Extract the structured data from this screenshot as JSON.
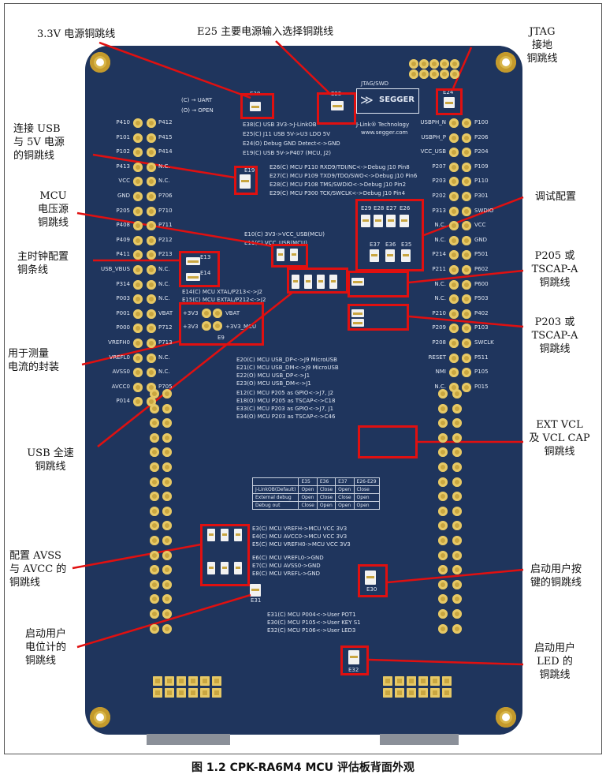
{
  "caption": "图 1.2 CPK-RA6M4 MCU 评估板背面外观",
  "callouts": {
    "v33": "3.3V 电源铜跳线",
    "e25": "E25 主要电源输入选择铜跳线",
    "jtag": [
      "JTAG",
      "接地",
      "铜跳线"
    ],
    "usb5v": [
      "连接 USB",
      "与 5V 电源",
      "的铜跳线"
    ],
    "mcu_v": [
      "MCU",
      "电压源",
      "铜跳线"
    ],
    "clock": [
      "主时钟配置",
      "铜条线"
    ],
    "debug": "调试配置",
    "p205": [
      "P205 或",
      "TSCAP-A",
      "铜跳线"
    ],
    "p203": [
      "P203 或",
      "TSCAP-A",
      "铜跳线"
    ],
    "measure": [
      "用于测量",
      "电流的封装"
    ],
    "usbfs": [
      "USB 全速",
      "铜跳线"
    ],
    "extvcl": [
      "EXT VCL",
      "及 VCL CAP",
      "铜跳线"
    ],
    "avss": [
      "配置 AVSS",
      "与 AVCC 的",
      "铜跳线"
    ],
    "userkey": [
      "启动用户按",
      "键的铜跳线"
    ],
    "pot": [
      "启动用户",
      "电位计的",
      "铜跳线"
    ],
    "led": [
      "启动用户",
      "LED 的",
      "铜跳线"
    ]
  },
  "silk": {
    "jtag_swd": "JTAG/SWD",
    "segger": "SEGGER",
    "jlink_tech": "J-Link® Technology",
    "segger_url": "www.segger.com",
    "e38": "E38",
    "e38_c": "(C) → UART",
    "e38_o": "(O) → OPEN",
    "e25": "E25",
    "e24": "E24",
    "e19": "E19",
    "jlinkob": "E38(C) USB 3V3->J-LinkOB",
    "e25c": "E25(C) J11 USB 5V->U3 LDO 5V",
    "e24o": "E24(O) Debug GND Detect<->GND",
    "e19c": "E19(C) USB 5V->P407 (MCU, J2)",
    "e26": "E26(C) MCU P110 RXD9/TDI/NC<->Debug J10 Pin8",
    "e27": "E27(C) MCU P109 TXD9/TDO/SWO<->Debug J10 Pin6",
    "e28": "E28(C) MCU P108 TMS/SWDIO<->Debug J10 Pin2",
    "e29": "E29(C) MCU P300 TCK/SWCLK<->Debug J10 Pin4",
    "e10": "E10(C) 3V3->VCC_USB(MCU)",
    "e11": "E11(C) VCC_USB(MCU)",
    "e13": "E13",
    "e14": "E14",
    "e14t": "E14(C) MCU XTAL/P213<->J2",
    "e15t": "E15(C) MCU EXTAL/P212<->J2",
    "vbat": "VBAT",
    "p3v3": "+3V3",
    "p3v3mcu": "+3V3_MCU",
    "e9": "E9",
    "e20": "E20(C) MCU USB_DP<->J9 MicroUSB",
    "e21": "E21(C) MCU USB_DM<->J9 MicroUSB",
    "e22": "E22(O) MCU USB_DP<->J1",
    "e23": "E23(O) MCU USB_DM<->J1",
    "e12": "E12(C) MCU P205 as GPIO<->J7, J2",
    "e18": "E18(O) MCU P205 as TSCAP<->C18",
    "e33": "E33(C) MCU P203 as GPIO<->J7, J1",
    "e34": "E34(O) MCU P203 as TSCAP<->C46",
    "e3": "E3(C) MCU VREFH->MCU VCC 3V3",
    "e4": "E4(C) MCU AVCC0->MCU VCC 3V3",
    "e5": "E5(C) MCU VREFH0->MCU VCC 3V3",
    "e6": "E6(C) MCU VREFL0->GND",
    "e7": "E7(C) MCU AVSS0->GND",
    "e8": "E8(C) MCU VREFL->GND",
    "e31": "E31(C) MCU P004<->User POT1",
    "e30": "E30(C) MCU P105<->User KEY S1",
    "e32": "E32(C) MCU P106<->User LED3",
    "e30l": "E30",
    "e31l": "E31",
    "e32l": "E32",
    "e35": "E35",
    "e36": "E36",
    "e37": "E37",
    "e26l": "E26",
    "e27l": "E27",
    "e28l": "E28",
    "e29l": "E29"
  },
  "config_table": {
    "header": [
      "",
      "E35",
      "E36",
      "E37",
      "E26-E29"
    ],
    "rows": [
      [
        "J-LinkOB(Default)",
        "Open",
        "Close",
        "Open",
        "Close"
      ],
      [
        "External debug",
        "Open",
        "Close",
        "Close",
        "Open"
      ],
      [
        "Debug out",
        "Close",
        "Open",
        "Open",
        "Open"
      ]
    ]
  },
  "left_pins": [
    "P410",
    "P101",
    "P102",
    "P413",
    "VCC",
    "GND",
    "P205",
    "P408",
    "P409",
    "P411",
    "USB_VBUS",
    "P314",
    "P003",
    "P001",
    "P000",
    "VREFH0",
    "VREFL0",
    "AVSS0",
    "AVCC0",
    "P014"
  ],
  "left_pins2": [
    "P412",
    "P415",
    "P414",
    "N.C.",
    "N.C.",
    "P706",
    "P710",
    "P711",
    "P212",
    "P213",
    "N.C.",
    "N.C.",
    "N.C.",
    "VBAT",
    "P712",
    "P713",
    "N.C.",
    "N.C.",
    "P705"
  ],
  "right_pins": [
    "P100",
    "P206",
    "P204",
    "P109",
    "P110",
    "P301",
    "SWDIO",
    "VCC",
    "GND",
    "P501",
    "P602",
    "P600",
    "P503",
    "P402",
    "P103",
    "SWCLK",
    "P511",
    "P105",
    "P015"
  ],
  "right_labels": [
    "USBPH_N",
    "USBPH_P",
    "VCC_USB",
    "P207",
    "P203",
    "P202",
    "P313",
    "N.C.",
    "N.C.",
    "P214",
    "P211",
    "N.C.",
    "N.C.",
    "P210",
    "P209",
    "P208",
    "RESET",
    "NMI",
    "N.C."
  ],
  "colors": {
    "board": "#1f355d",
    "highlight": "#e01010",
    "gold": "#c9a640"
  }
}
